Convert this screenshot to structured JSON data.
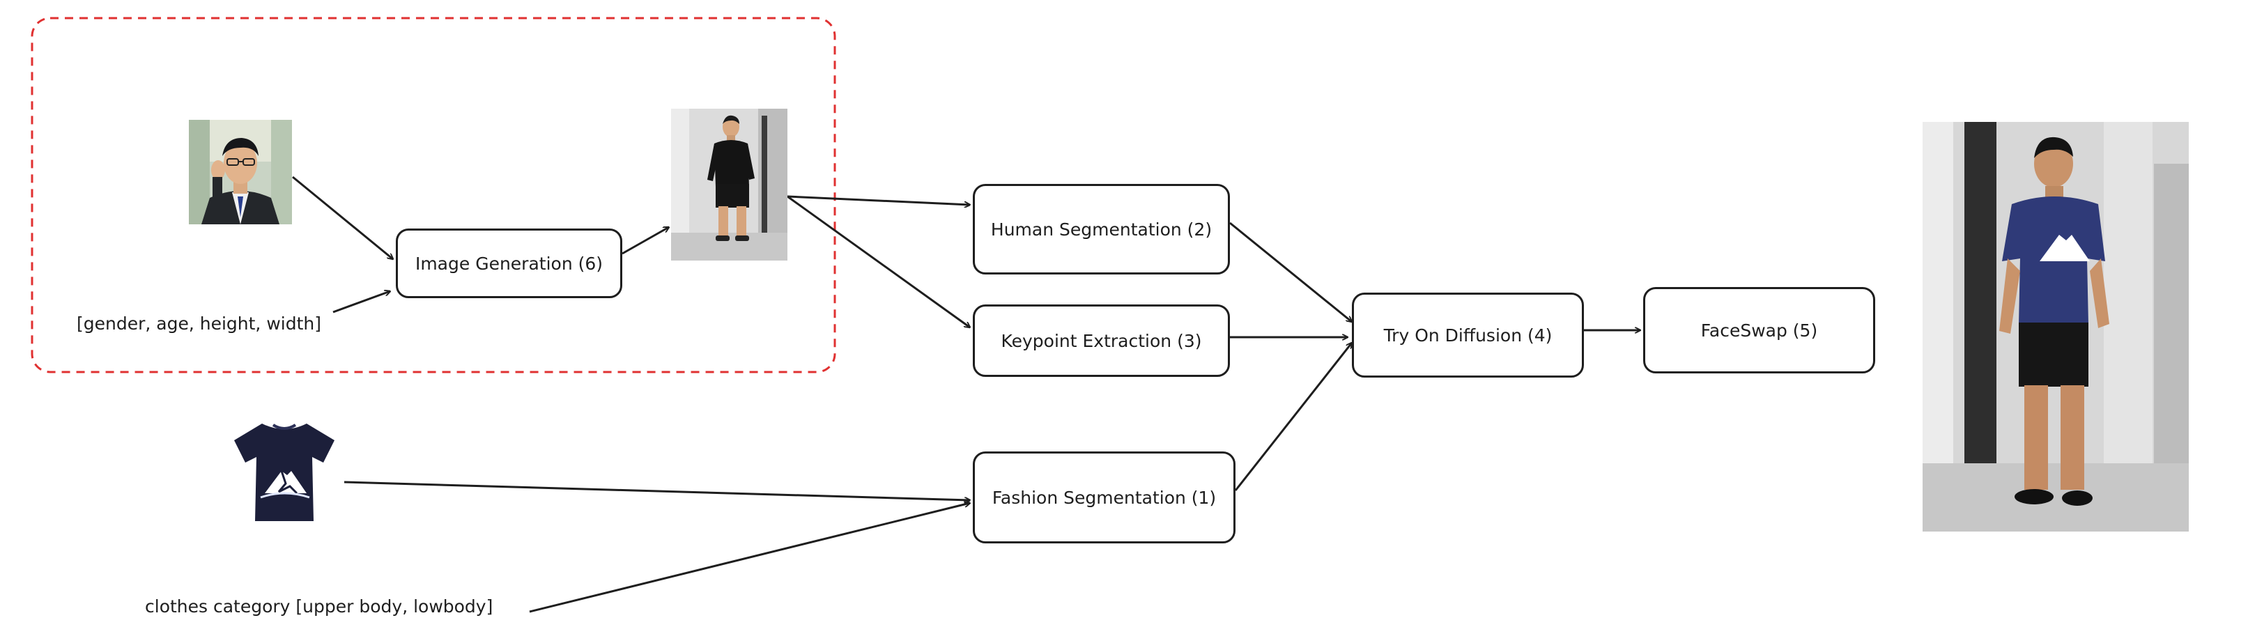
{
  "nodes": {
    "image_generation": "Image Generation (6)",
    "human_segmentation": "Human Segmentation (2)",
    "keypoint_extraction": "Keypoint Extraction (3)",
    "fashion_segmentation": "Fashion Segmentation (1)",
    "try_on_diffusion": "Try On Diffusion (4)",
    "faceswap": "FaceSwap (5)"
  },
  "inputs": {
    "attributes": "[gender, age, height, width]",
    "clothes_category": "clothes category [upper body, lowbody]"
  },
  "colors": {
    "stroke": "#1e1e1e",
    "dashed_group": "#e03131",
    "tshirt": "#1c1f3a",
    "output_shirt": "#2f3a78"
  }
}
